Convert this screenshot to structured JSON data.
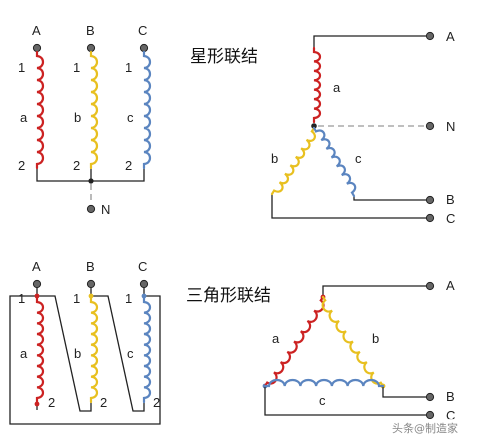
{
  "colors": {
    "phase_a": "#cc2222",
    "phase_b": "#e8c020",
    "phase_c": "#5b85c0",
    "wire": "#222222",
    "neutral_dash": "#aaaaaa",
    "terminal": "#666666"
  },
  "star": {
    "title": "星形联结",
    "left": {
      "phase_labels": [
        "A",
        "B",
        "C"
      ],
      "coil_labels": [
        "a",
        "b",
        "c"
      ],
      "end1": "1",
      "end2": "2",
      "neutral": "N"
    },
    "right": {
      "terminals": [
        "A",
        "N",
        "B",
        "C"
      ],
      "coil_labels": [
        "a",
        "b",
        "c"
      ]
    }
  },
  "delta": {
    "title": "三角形联结",
    "left": {
      "phase_labels": [
        "A",
        "B",
        "C"
      ],
      "coil_labels": [
        "a",
        "b",
        "c"
      ],
      "end1": "1",
      "end2": "2"
    },
    "right": {
      "terminals": [
        "A",
        "B",
        "C"
      ],
      "coil_labels": [
        "a",
        "b",
        "c"
      ]
    }
  },
  "watermark": "头条@制造家"
}
